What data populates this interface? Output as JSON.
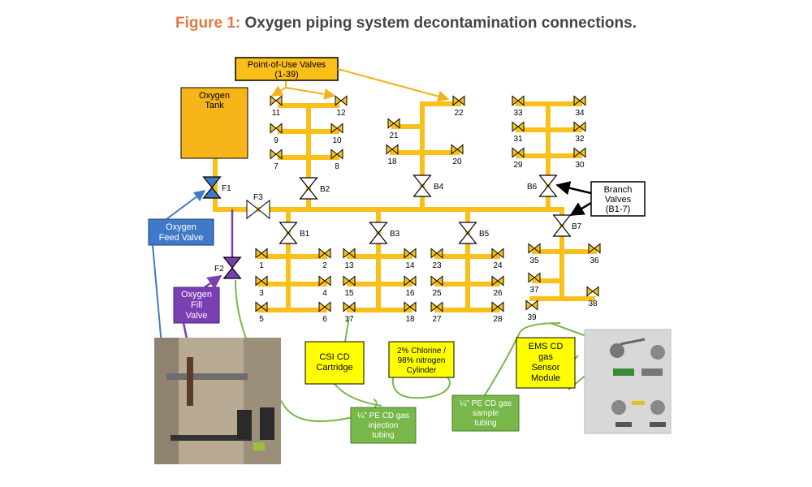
{
  "title": {
    "prefix": "Figure 1:",
    "text": "Oxygen piping system decontamination connections."
  },
  "colors": {
    "pipe": "#fbbf1a",
    "valve_yellow": "#f7c21b",
    "oxygen_feed": "#3f79c8",
    "fill_purple": "#7a3fb3",
    "tubing_green": "#78b84a",
    "label_yellow": "#ffff00"
  },
  "labels": {
    "pou_line1": "Point-of-Use Valves",
    "pou_line2": "(1-39)",
    "tank_line1": "Oxygen",
    "tank_line2": "Tank",
    "branch_line1": "Branch",
    "branch_line2": "Valves",
    "branch_line3": "(B1-7)",
    "feed_line1": "Oxygen",
    "feed_line2": "Feed Valve",
    "fill_line1": "Oxygen",
    "fill_line2": "Fill",
    "fill_line3": "Valve",
    "csi_line1": "CSI CD",
    "csi_line2": "Cartridge",
    "chlorine_line1": "2% Chlorine /",
    "chlorine_line2": "98% nitrogen",
    "chlorine_line3": "Cylinder",
    "ems_line1": "EMS CD",
    "ems_line2": "gas",
    "ems_line3": "Sensor",
    "ems_line4": "Module",
    "inj_line1": "¼\" PE CD gas",
    "inj_line2": "injection",
    "inj_line3": "tubing",
    "samp_line1": "¼\" PE CD gas",
    "samp_line2": "sample",
    "samp_line3": "tubing"
  },
  "valve_labels": {
    "F1": "F1",
    "F2": "F2",
    "F3": "F3",
    "B1": "B1",
    "B2": "B2",
    "B3": "B3",
    "B4": "B4",
    "B5": "B5",
    "B6": "B6",
    "B7": "B7"
  },
  "pou_valves": [
    "1",
    "2",
    "3",
    "4",
    "5",
    "6",
    "7",
    "8",
    "9",
    "10",
    "11",
    "12",
    "13",
    "14",
    "15",
    "16",
    "17",
    "18",
    "18",
    "20",
    "21",
    "22",
    "23",
    "24",
    "25",
    "26",
    "27",
    "28",
    "29",
    "30",
    "31",
    "32",
    "33",
    "34",
    "35",
    "36",
    "37",
    "38",
    "39"
  ]
}
